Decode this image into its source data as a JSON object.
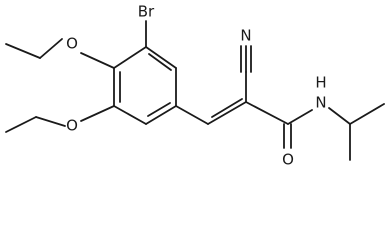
{
  "molecule": {
    "atoms": [
      {
        "id": "br",
        "label": "Br"
      },
      {
        "id": "n_cyano",
        "label": "N"
      },
      {
        "id": "o_upper",
        "label": "O"
      },
      {
        "id": "o_lower",
        "label": "O"
      },
      {
        "id": "n_amide",
        "label": "N"
      },
      {
        "id": "h_amide",
        "label": "H"
      },
      {
        "id": "o_carbonyl",
        "label": "O"
      }
    ]
  }
}
